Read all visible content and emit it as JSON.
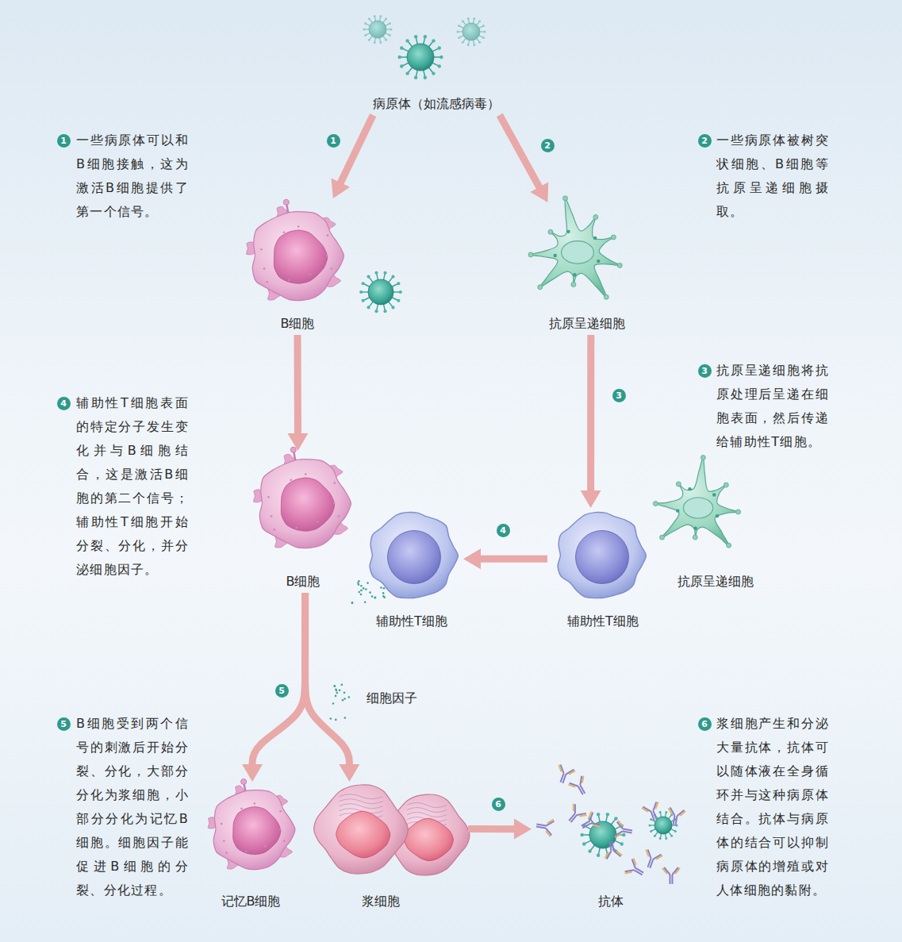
{
  "diagram": {
    "nodes": [
      {
        "text": [
          "病原体（如流感病毒）"
        ]
      },
      {
        "text": [
          "B细胞"
        ]
      },
      {
        "text": [
          "抗原呈递细胞"
        ]
      },
      {
        "text": [
          "B细胞"
        ]
      },
      {
        "text": [
          "辅助性T细胞"
        ]
      },
      {
        "text": [
          "辅助性T细胞"
        ]
      },
      {
        "text": [
          "抗原呈递细胞"
        ]
      },
      {
        "text": [
          "记忆B细胞"
        ]
      },
      {
        "text": [
          "浆细胞"
        ]
      },
      {
        "text": [
          "抗体"
        ]
      }
    ],
    "edges": [
      {
        "from": 0,
        "to": 1,
        "arrow": "to",
        "label": "1"
      },
      {
        "from": 0,
        "to": 2,
        "arrow": "to",
        "label": "2"
      },
      {
        "from": 2,
        "to": 5,
        "arrow": "to",
        "label": "3"
      },
      {
        "from": 5,
        "to": 4,
        "arrow": "to",
        "label": "4"
      },
      {
        "from": 1,
        "to": 3,
        "arrow": "to"
      },
      {
        "from": 3,
        "to": 7,
        "arrow": "to"
      },
      {
        "from": 3,
        "to": 8,
        "arrow": "to"
      },
      {
        "from": 8,
        "to": 9,
        "arrow": "to",
        "label": "6"
      }
    ],
    "labels": [
      "1",
      "一些病原体可以和B细胞接触，这为激活B细胞提供了第一个信号。",
      "2",
      "一些病原体被树突状细胞、B细胞等抗原呈递细胞摄取。",
      "3",
      "抗原呈递细胞将抗原处理后呈递在细胞表面，然后传递给辅助性T细胞。",
      "4",
      "辅助性T细胞表面的特定分子发生变化并与B细胞结合，这是激活B细胞的第二个信号；辅助性T细胞开始分裂、分化，并分泌细胞因子。",
      "5",
      "细胞因子",
      "5",
      "B细胞受到两个信号的刺激后开始分裂、分化，大部分分化为浆细胞，小部分分化为记忆B细胞。细胞因子能促进B细胞的分裂、分化过程。",
      "6",
      "浆细胞产生和分泌大量抗体，抗体可以随体液在全身循环并与这种病原体结合。抗体与病原体的结合可以抑制病原体的增殖或对人体细胞的黏附。"
    ]
  }
}
